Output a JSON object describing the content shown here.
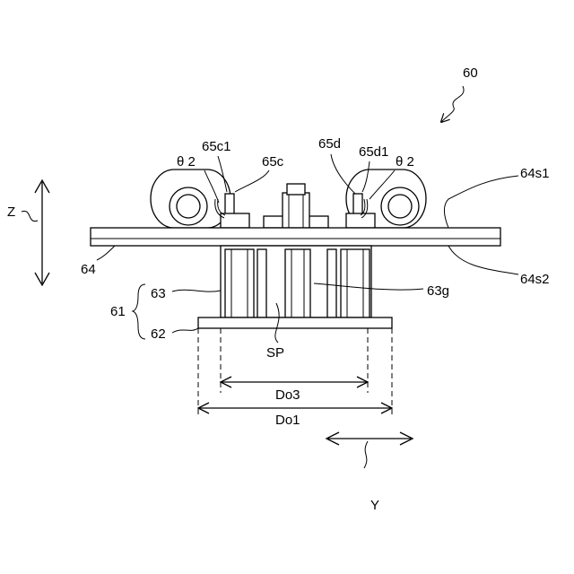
{
  "labels": {
    "fig": "60",
    "z": "Z",
    "y": "Y",
    "plate": "64",
    "surf1": "64s1",
    "surf2": "64s2",
    "assy": "61",
    "upper": "63",
    "lower": "62",
    "groove": "63g",
    "space": "SP",
    "do3": "Do3",
    "do1": "Do1",
    "c": "65c",
    "c1": "65c1",
    "d": "65d",
    "d1": "65d1",
    "theta_left": "θ 2",
    "theta_right": "θ 2"
  }
}
